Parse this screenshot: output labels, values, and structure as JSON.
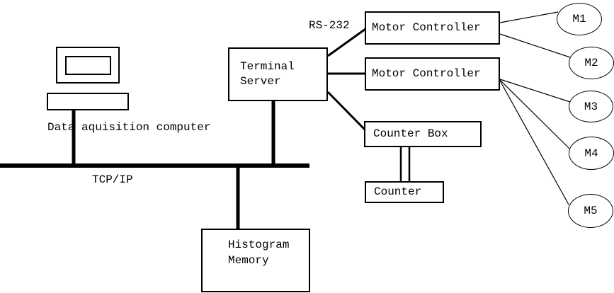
{
  "diagram": {
    "computer_label": "Data aquisition computer",
    "bus_label": "TCP/IP",
    "serial_label": "RS-232",
    "terminal_server_label": "Terminal\nServer",
    "motor_controller_1_label": "Motor Controller",
    "motor_controller_2_label": "Motor Controller",
    "counter_box_label": "Counter Box",
    "counter_label": "Counter",
    "histogram_memory_label": "Histogram\nMemory",
    "motors": [
      "M1",
      "M2",
      "M3",
      "M4",
      "M5"
    ],
    "colors": {
      "line": "#000000",
      "background": "#ffffff"
    }
  }
}
